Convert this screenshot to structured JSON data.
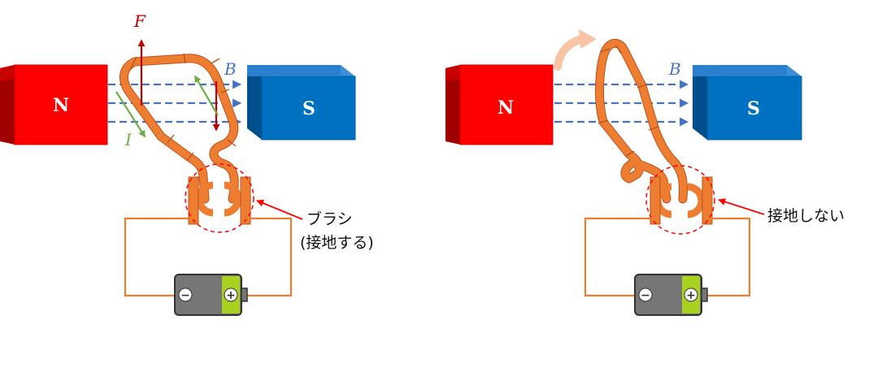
{
  "colors": {
    "north": "#ff0000",
    "south": "#0070c0",
    "field": "#4472c4",
    "force": "#c00000",
    "current": "#70ad47",
    "coil": "#ed7d31",
    "callout": "#ff0000",
    "battery_body": "#707070",
    "battery_positive": "#a9d11f"
  },
  "left_panel": {
    "north_label": "N",
    "south_label": "S",
    "field_label": "B",
    "force_label": "F",
    "current_label": "I",
    "brush_callout_line1": "ブラシ",
    "brush_callout_line2": "(接地する)",
    "battery_negative": "−",
    "battery_positive": "+"
  },
  "right_panel": {
    "north_label": "N",
    "south_label": "S",
    "field_label": "B",
    "no_contact_callout": "接地しない",
    "rotation_icon": "rotation-arrow",
    "battery_negative": "−",
    "battery_positive": "+"
  }
}
